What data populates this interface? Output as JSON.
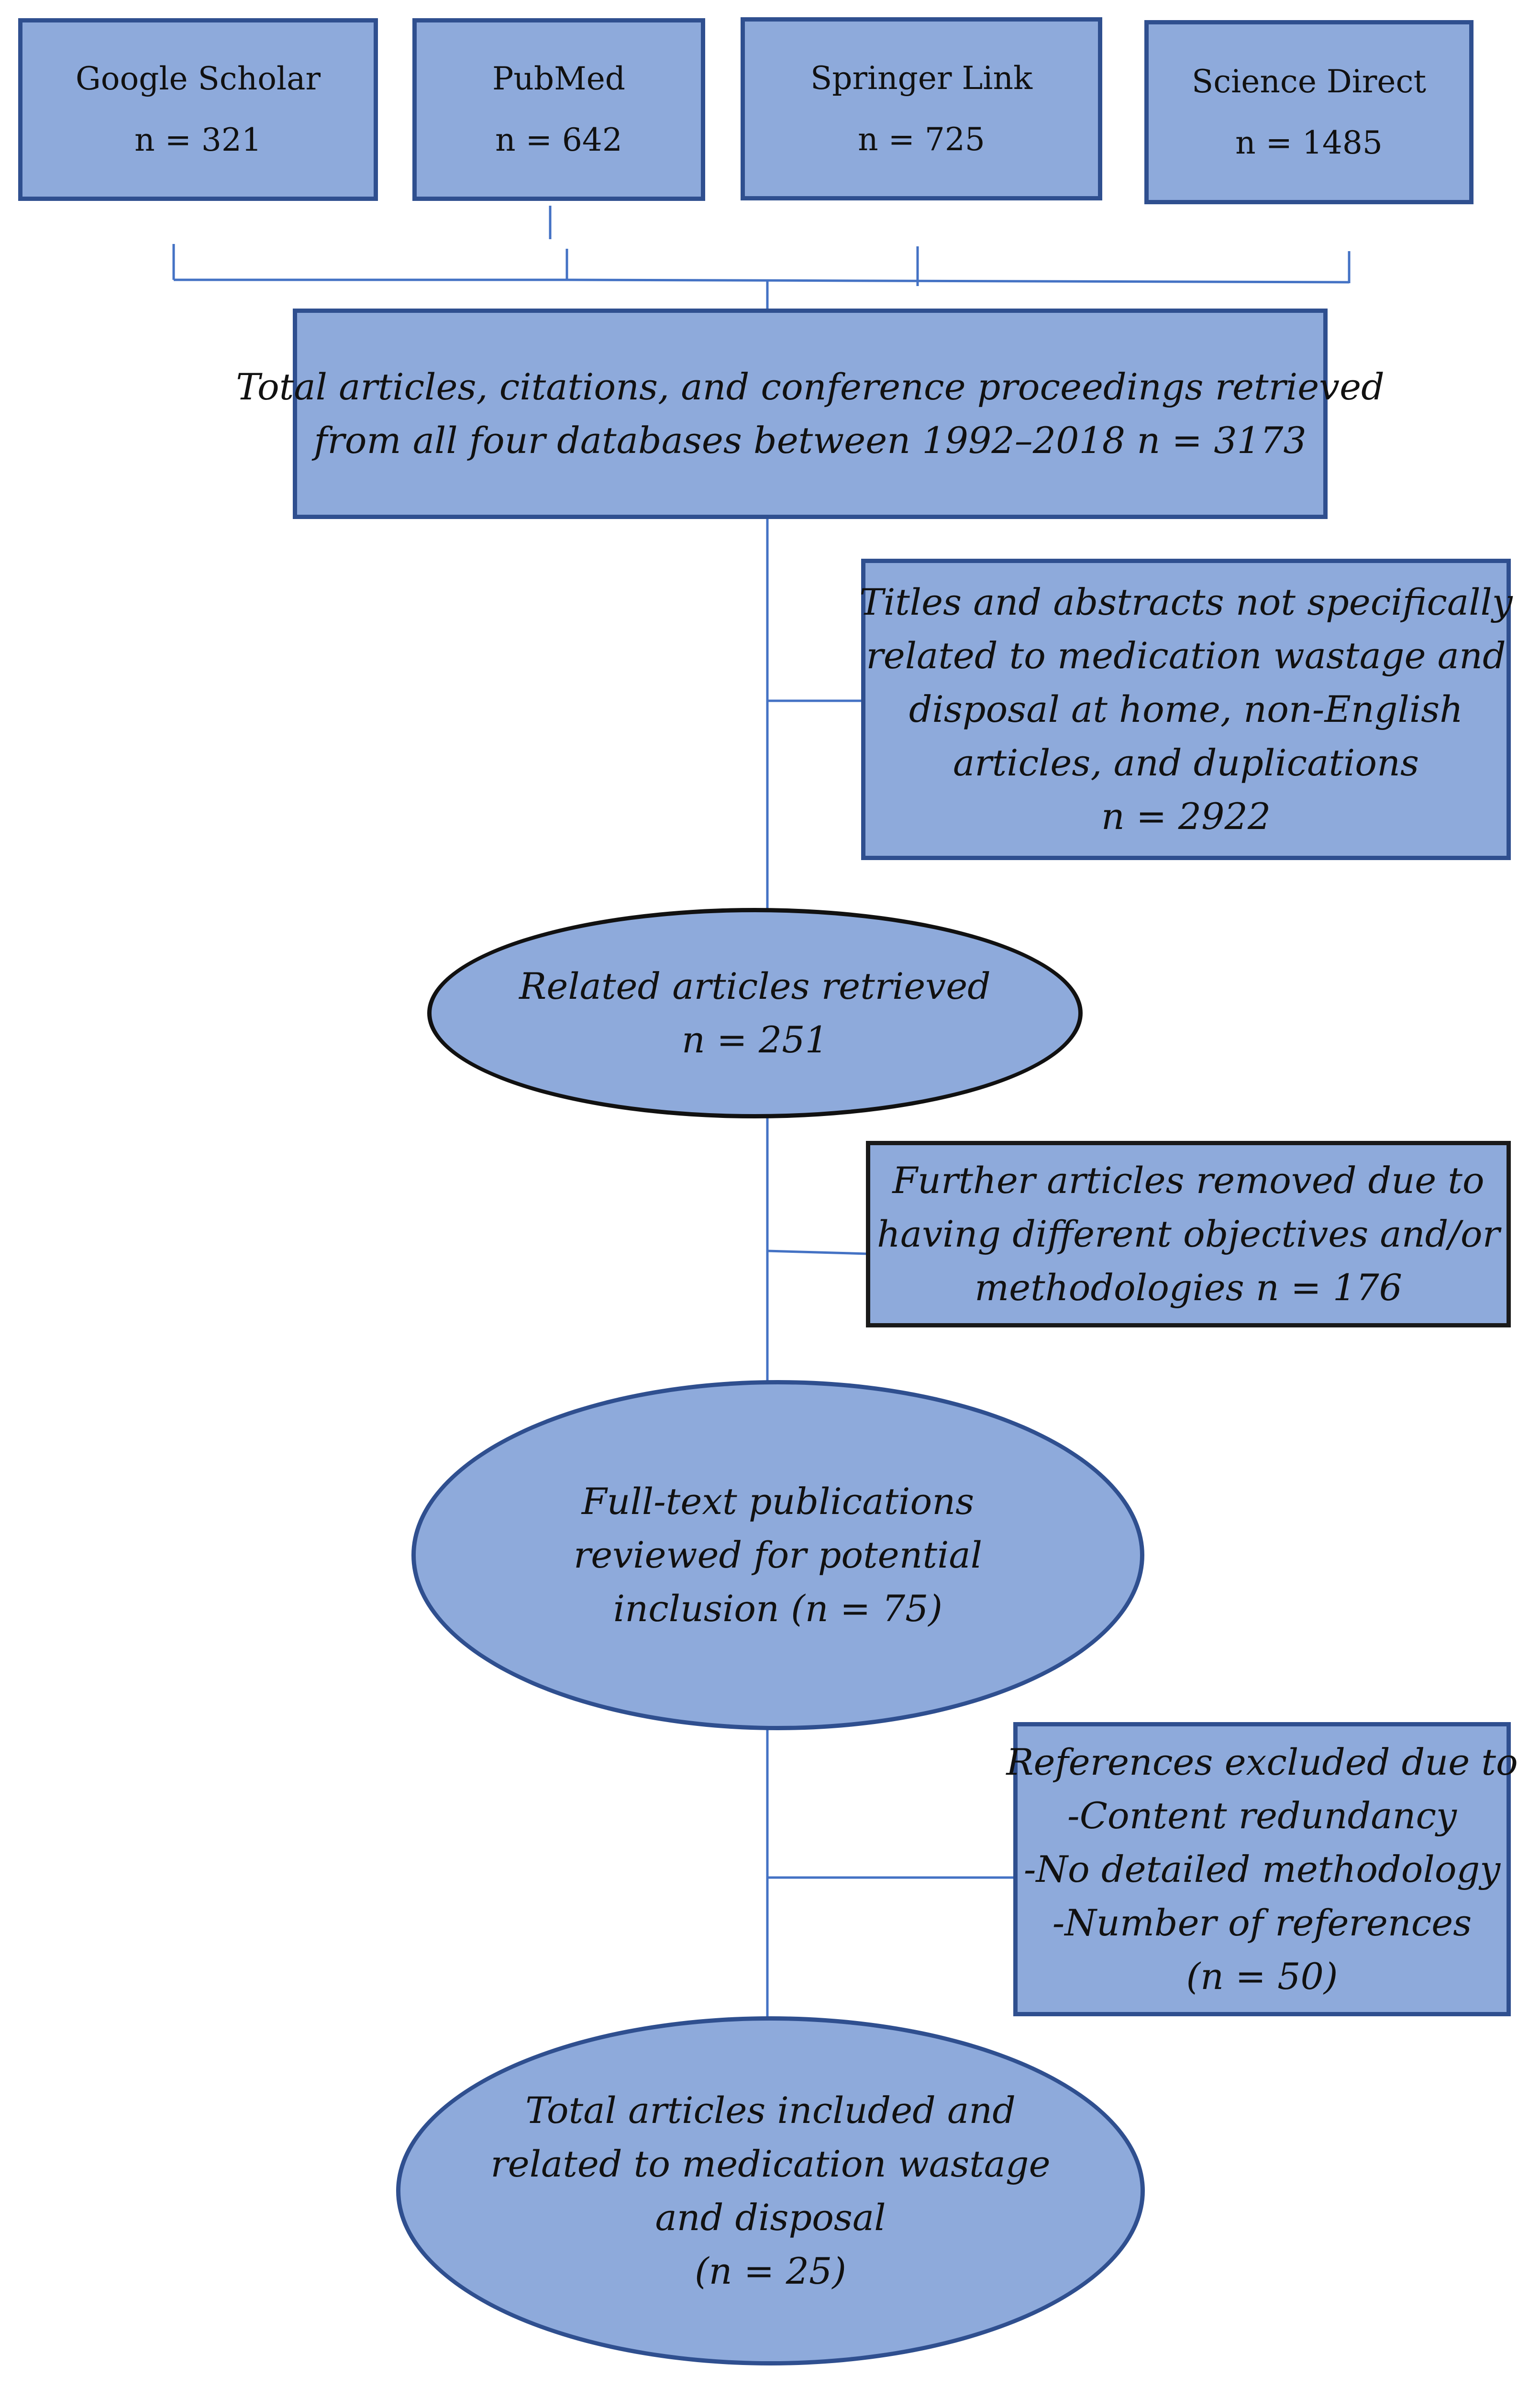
{
  "sources": [
    {
      "name": "Google Scholar",
      "count": "n = 321"
    },
    {
      "name": "PubMed",
      "count": "n = 642"
    },
    {
      "name": "Springer Link",
      "count": "n = 725"
    },
    {
      "name": "Science Direct",
      "count": "n = 1485"
    }
  ],
  "total_retrieved": [
    "Total articles, citations, and conference proceedings retrieved",
    "from all four databases between 1992–2018 n = 3173"
  ],
  "excluded_titles": [
    "Titles and abstracts not specifically",
    "related to medication wastage and",
    "disposal at home, non-English",
    "articles, and duplications",
    "n = 2922"
  ],
  "related_retrieved": [
    "Related articles retrieved",
    "n = 251"
  ],
  "further_removed": [
    "Further articles removed due to",
    "having different objectives and/or",
    "methodologies n = 176"
  ],
  "fulltext_reviewed": [
    "Full-text publications",
    "reviewed for potential",
    "inclusion (n = 75)"
  ],
  "references_excluded": [
    "References excluded due to",
    "-Content redundancy",
    "-No detailed methodology",
    "-Number of references",
    "(n = 50)"
  ],
  "final_included": [
    "Total articles included and",
    "related to medication wastage",
    "and disposal",
    "(n = 25)"
  ],
  "colors": {
    "fill": "#8eaadb",
    "border": "#2f4f8f",
    "connector": "#4472c4"
  }
}
